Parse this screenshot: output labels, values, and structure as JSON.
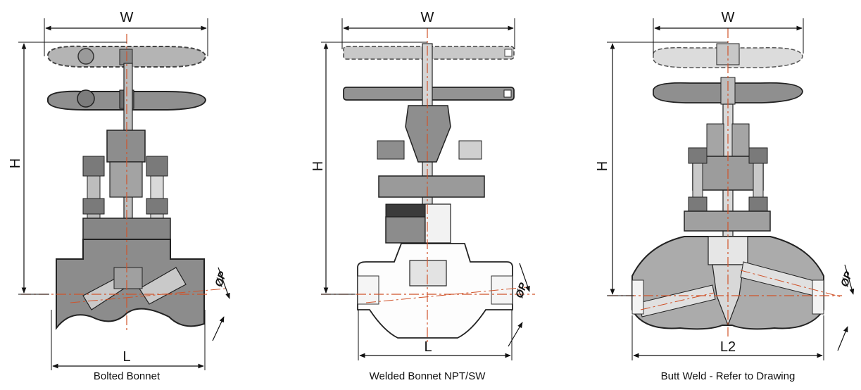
{
  "figures": [
    {
      "caption": "Bolted Bonnet",
      "dim_width": "W",
      "dim_height": "H",
      "dim_length": "L",
      "dim_port": "ØP"
    },
    {
      "caption": "Welded Bonnet NPT/SW",
      "dim_width": "W",
      "dim_height": "H",
      "dim_length": "L",
      "dim_port": "ØP"
    },
    {
      "caption": "Butt Weld - Refer to Drawing",
      "dim_width": "W",
      "dim_height": "H",
      "dim_length": "L2",
      "dim_port": "ØP"
    }
  ],
  "colors": {
    "body": "#8c8c8c",
    "body_light": "#d2d2d2",
    "outline": "#1a1a1a",
    "centerline": "#d0532a"
  }
}
